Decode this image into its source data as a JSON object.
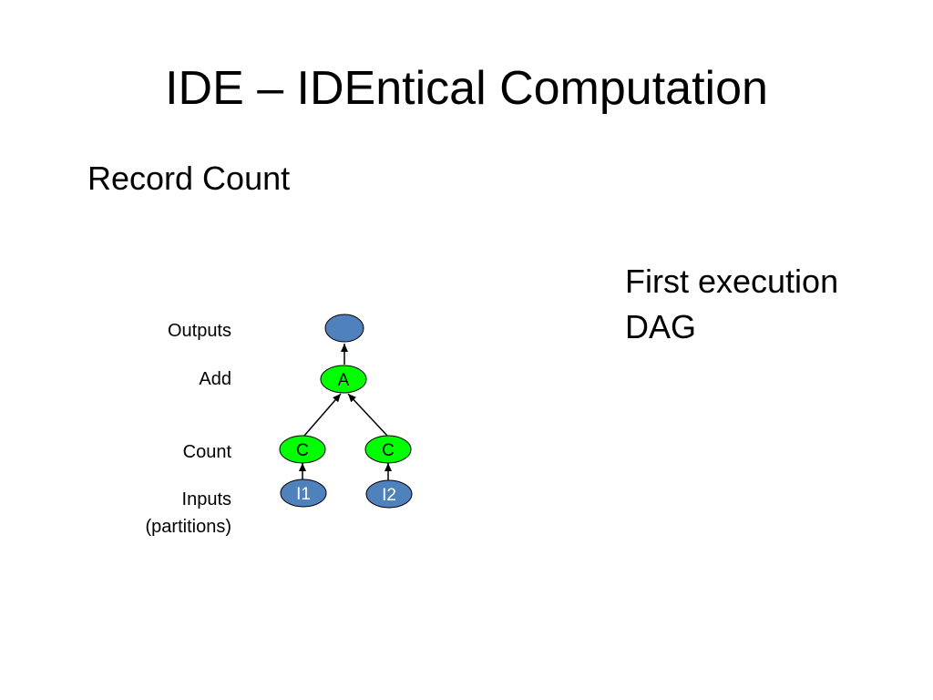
{
  "slide": {
    "title": "IDE – IDEntical Computation",
    "subtitle": "Record Count",
    "note_lines": [
      "First execution",
      "DAG"
    ]
  },
  "diagram": {
    "row_labels": {
      "outputs": "Outputs",
      "add": "Add",
      "count": "Count",
      "inputs_line1": "Inputs",
      "inputs_line2": "(partitions)"
    },
    "nodes": {
      "output": "",
      "add": "A",
      "count_left": "C",
      "count_right": "C",
      "input_left": "I1",
      "input_right": "I2"
    },
    "colors": {
      "input_output_fill": "#4f81bd",
      "compute_fill": "#00ff00",
      "outline": "#000000"
    }
  }
}
